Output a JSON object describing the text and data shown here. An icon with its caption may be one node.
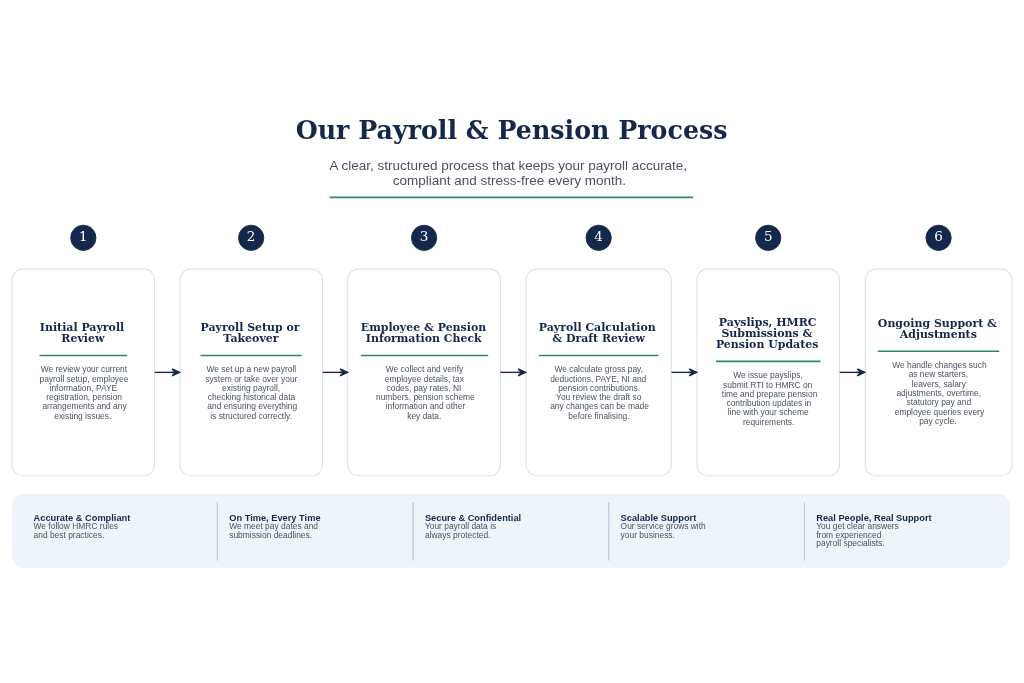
{
  "diagram": {
    "title": "Our Payroll & Pension Process",
    "nodes": [
      {
        "text": [
          "1"
        ]
      },
      {
        "text": [
          "Initial Payroll Review",
          "We review your current payroll setup, employee information, PAYE registration, pension arrangements and any existing issues."
        ]
      },
      {
        "text": [
          "2"
        ]
      },
      {
        "text": [
          "Payroll Setup or Takeover",
          "We set up a new payroll system or take over your existing payroll, checking historical data and ensuring everything is structured correctly."
        ]
      },
      {
        "text": [
          "3"
        ]
      },
      {
        "text": [
          "Employee & Pension Information Check",
          "We collect and verify employee details, tax codes, pay rates, NI numbers, pension scheme information and other key data."
        ]
      },
      {
        "text": [
          "4"
        ]
      },
      {
        "text": [
          "Payroll Calculation & Draft Review",
          "We calculate gross pay, deductions, PAYE, NI and pension contributions. You review the draft so any changes can be made before finalising."
        ]
      },
      {
        "text": [
          "5"
        ]
      },
      {
        "text": [
          "Payslips, HMRC Submissions & Pension Updates",
          "We issue payslips, submit RTI to HMRC on time and prepare pension contribution updates in line with your scheme requirements."
        ]
      },
      {
        "text": [
          "6"
        ]
      },
      {
        "text": [
          "Ongoing Support & Adjustments",
          "We handle changes such as new starters, leavers, salary adjustments, overtime, statutory pay and employee queries every pay cycle."
        ]
      },
      {
        "text": [
          "Accurate & Compliant",
          "We follow HMRC rules and best practices.",
          "On Time, Every Time",
          "We meet pay dates and submission deadlines.",
          "Secure & Confidential",
          "Your payroll data is always protected.",
          "Scalable Support",
          "Our service grows with your business.",
          "Real People, Real Support",
          "You get clear answers from experienced payroll specialists."
        ]
      }
    ],
    "edges": [
      {
        "from": 1,
        "to": 3,
        "arrow": "to"
      },
      {
        "from": 3,
        "to": 5,
        "arrow": "to"
      },
      {
        "from": 5,
        "to": 7,
        "arrow": "to"
      },
      {
        "from": 7,
        "to": 9,
        "arrow": "to"
      },
      {
        "from": 9,
        "to": 11,
        "arrow": "to"
      }
    ],
    "labels": [
      "A clear, structured process that keeps your payroll accurate, compliant and stress-free every month."
    ]
  }
}
